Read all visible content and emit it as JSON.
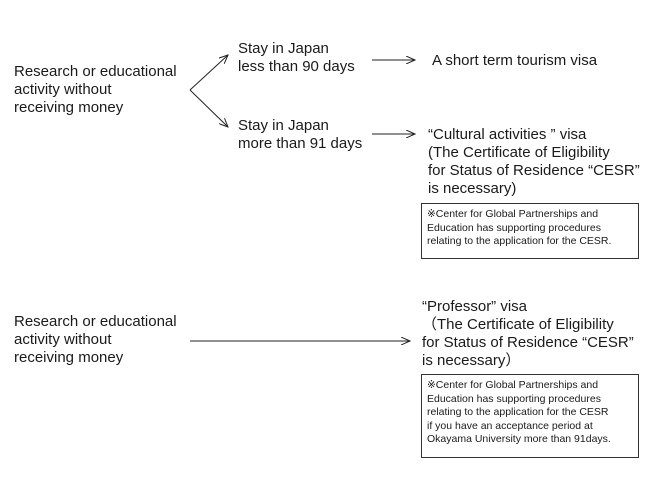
{
  "section1": {
    "source_text": "Research or educational\nactivity without\nreceiving money",
    "branch_short_label": "Stay in Japan\nless than 90 days",
    "branch_short_result": "A short term tourism visa",
    "branch_long_label": "Stay in Japan\nmore than 91 days",
    "branch_long_result": "“Cultural activities ” visa\n(The Certificate of Eligibility\nfor Status of Residence “CESR”\nis necessary)",
    "note": "※Center for Global Partnerships and\nEducation  has supporting procedures\nrelating to the application for the CESR."
  },
  "section2": {
    "source_text": "Research or educational\nactivity without\nreceiving money",
    "result": "“Professor” visa\n（The Certificate of Eligibility\nfor Status of Residence “CESR”\nis necessary）",
    "note": "※Center for Global Partnerships and\nEducation  has supporting procedures\nrelating to the application for the CESR\nif you have an acceptance period at\nOkayama University more than 91days."
  },
  "colors": {
    "line": "#222222",
    "text": "#1a1a1a",
    "note_border": "#333333"
  }
}
